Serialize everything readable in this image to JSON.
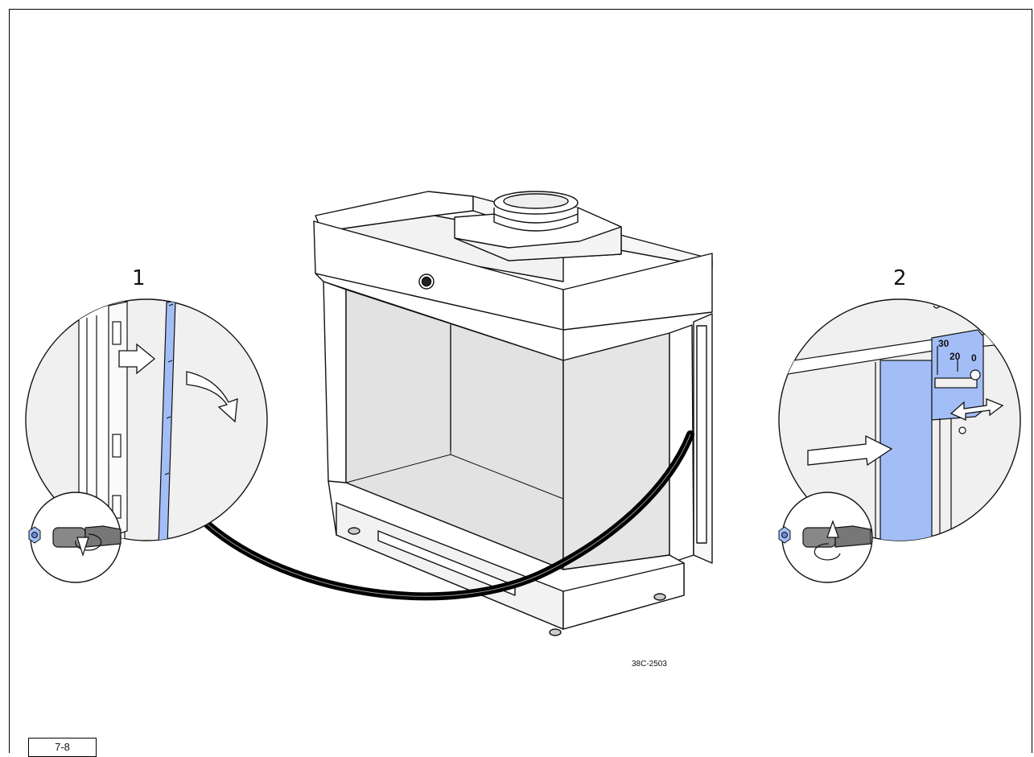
{
  "steps": {
    "step1_label": "1",
    "step2_label": "2"
  },
  "scale": {
    "mark_30": "30",
    "mark_20": "20",
    "mark_0": "0"
  },
  "drawing_code": "38C-2503",
  "figure_number": "7-8",
  "colors": {
    "highlight": "#a3bef7",
    "glass": "#e2e2e2",
    "detail_bg": "#f0f0f0",
    "hose": "#000000"
  }
}
